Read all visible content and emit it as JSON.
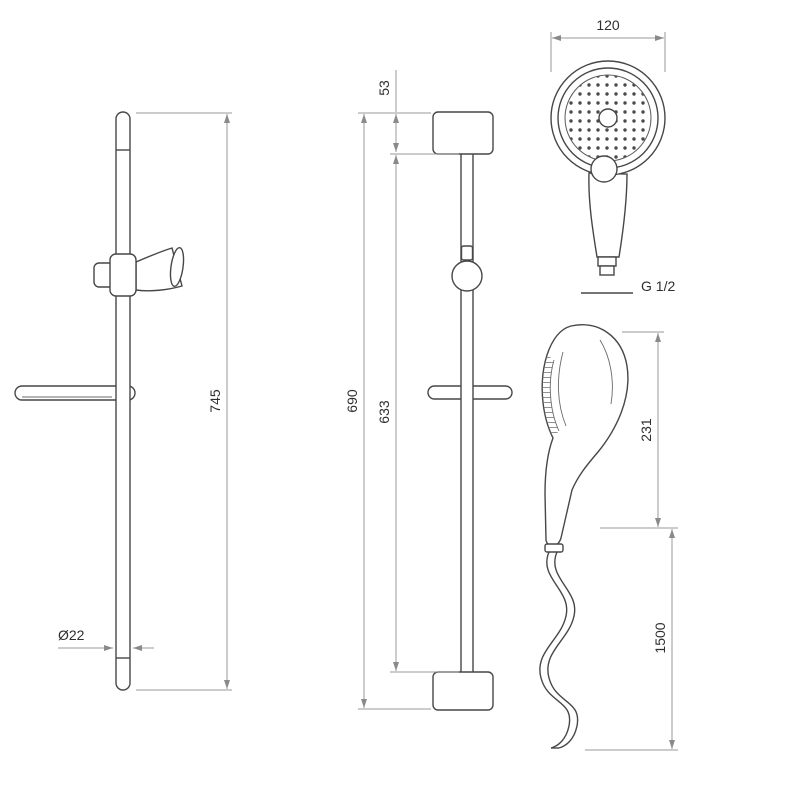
{
  "dims": {
    "head_diameter": "120",
    "bracket_height": "53",
    "thread": "G 1/2",
    "total_height": "745",
    "overall_length": "690",
    "inner_length": "633",
    "handset_length": "231",
    "hose_length": "1500",
    "rail_diameter": "Ø22"
  }
}
